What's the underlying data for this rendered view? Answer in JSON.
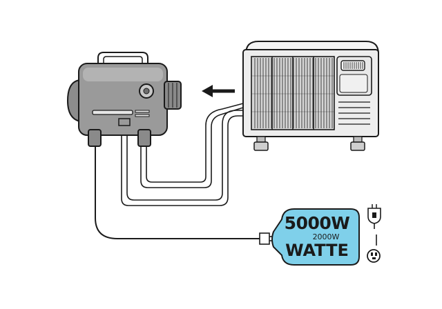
{
  "label": {
    "main_rating": "5000W",
    "sub_rating": "2000W",
    "unit": "WATTE"
  },
  "colors": {
    "label_fill": "#7fd0ea",
    "generator_body": "#9a9a9a",
    "generator_dark": "#6e6e6e",
    "ac_body": "#ededed",
    "ac_grille": "#cfcfcf",
    "outline": "#1a1a1a"
  },
  "icons": [
    "generator-icon",
    "air-conditioner-icon",
    "arrow-left-icon",
    "plug-icon",
    "outlet-icon"
  ]
}
